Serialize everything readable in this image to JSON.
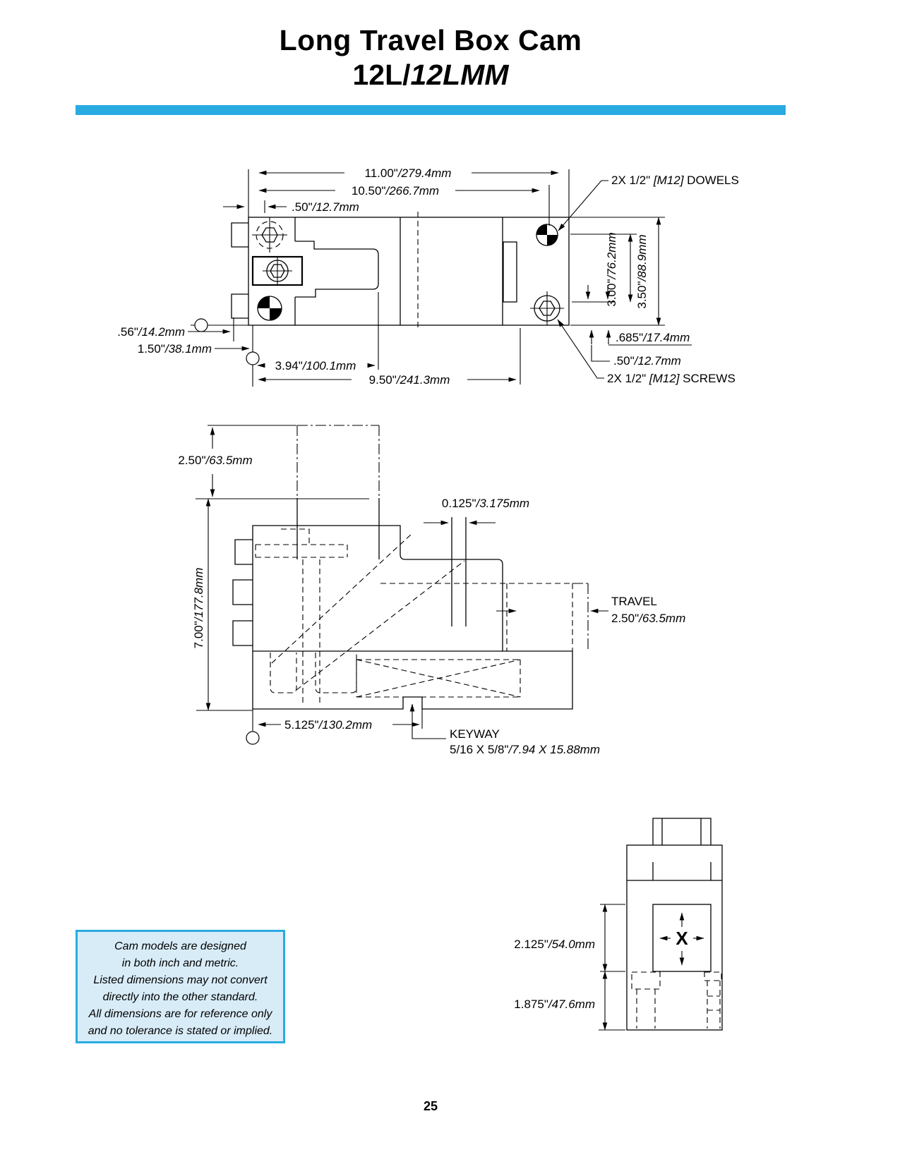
{
  "page": {
    "title_line1": "Long Travel Box Cam",
    "title_line2_plain": "12L/",
    "title_line2_italic": "12LMM",
    "page_number": "25",
    "accent_color": "#29ABE2"
  },
  "top_view": {
    "dim_overall_width": {
      "in": "11.00\"",
      "mm": "/279.4mm"
    },
    "dim_dowel_span": {
      "in": "10.50\"",
      "mm": "/266.7mm"
    },
    "dim_dowel_offset": {
      "in": ".50\"",
      "mm": "/12.7mm"
    },
    "dowels_label": {
      "pre": "2X 1/2\" ",
      "bracket": "[M12]",
      "post": " DOWELS"
    },
    "dim_dowel_height": {
      "in": "3.00\"",
      "mm": "/76.2mm"
    },
    "dim_body_height": {
      "in": "3.50\"",
      "mm": "/88.9mm"
    },
    "dim_edge_offset": {
      "in": ".56\"",
      "mm": "/14.2mm"
    },
    "dim_left_offset": {
      "in": "1.50\"",
      "mm": "/38.1mm"
    },
    "dim_pocket": {
      "in": "3.94\"",
      "mm": "/100.1mm"
    },
    "dim_screw_span": {
      "in": "9.50\"",
      "mm": "/241.3mm"
    },
    "dim_screw_edge": {
      "in": ".685\"",
      "mm": "/17.4mm"
    },
    "dim_screw_offset": {
      "in": ".50\"",
      "mm": "/12.7mm"
    },
    "screws_label": {
      "pre": "2X 1/2\" ",
      "bracket": "[M12]",
      "post": " SCREWS"
    }
  },
  "side_view": {
    "dim_ram_ext": {
      "in": "2.50\"",
      "mm": "/63.5mm"
    },
    "dim_body_height": {
      "in": "7.00\"",
      "mm": "/177.8mm"
    },
    "dim_slot": {
      "in": "0.125\"",
      "mm": "/3.175mm"
    },
    "travel_label": "TRAVEL",
    "travel_dim": {
      "in": "2.50\"",
      "mm": "/63.5mm"
    },
    "dim_keyway_pos": {
      "in": "5.125\"",
      "mm": "/130.2mm"
    },
    "keyway_label": "KEYWAY",
    "keyway_dim": {
      "in": "5/16 X 5/8\"",
      "mm": "/7.94 X 15.88mm"
    }
  },
  "end_view": {
    "dim_pocket_width": {
      "in": "2.125\"",
      "mm": "/54.0mm"
    },
    "x_label": "X",
    "dim_base_height": {
      "in": "1.875\"",
      "mm": "/47.6mm"
    }
  },
  "note_box": {
    "lines": [
      "Cam models are designed",
      "in both inch and metric.",
      "Listed dimensions may not convert",
      "directly into the other standard.",
      "All dimensions are for reference only",
      "and no tolerance is stated or implied."
    ]
  }
}
